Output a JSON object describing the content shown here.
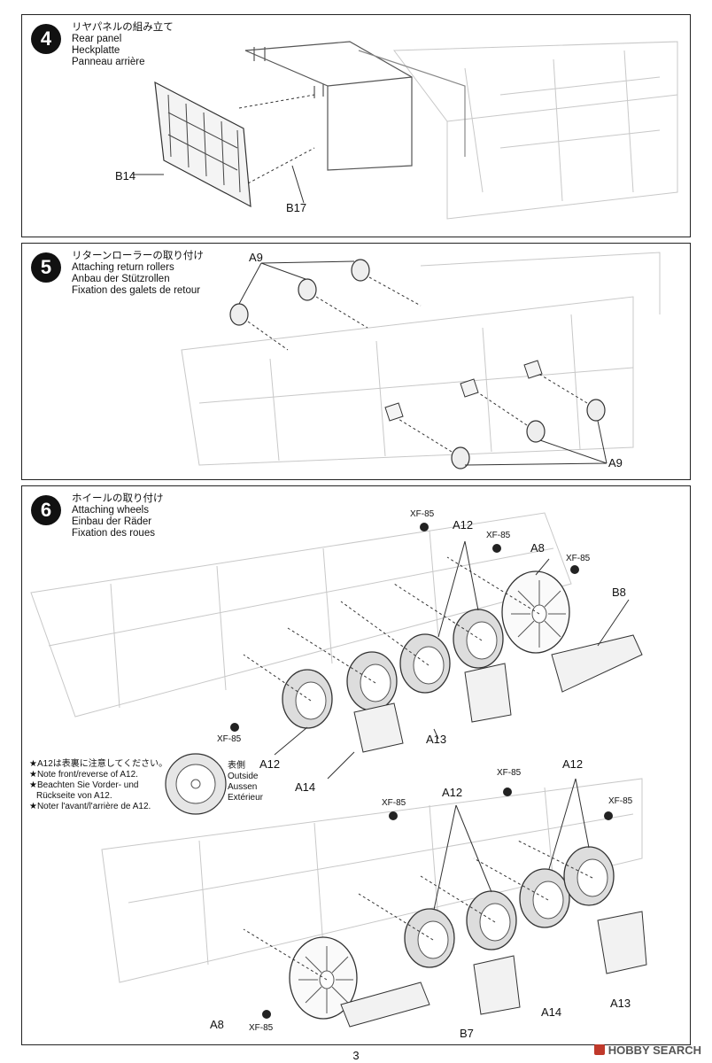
{
  "steps": [
    {
      "number": "4",
      "title_jp": "リヤパネルの組み立て",
      "title_en": "Rear panel",
      "title_de": "Heckplatte",
      "title_fr": "Panneau arrière",
      "labels": {
        "b14": "B14",
        "b17": "B17"
      }
    },
    {
      "number": "5",
      "title_jp": "リターンローラーの取り付け",
      "title_en": "Attaching return rollers",
      "title_de": "Anbau der Stützrollen",
      "title_fr": "Fixation des galets de retour",
      "labels": {
        "a9_top": "A9",
        "a9_bottom": "A9"
      }
    },
    {
      "number": "6",
      "title_jp": "ホイールの取り付け",
      "title_en": "Attaching wheels",
      "title_de": "Einbau der Räder",
      "title_fr": "Fixation des roues",
      "labels": {
        "a12_1": "A12",
        "a8_1": "A8",
        "b8": "B8",
        "a13_1": "A13",
        "a12_2": "A12",
        "a14_1": "A14",
        "a12_3": "A12",
        "a12_4": "A12",
        "a8_2": "A8",
        "b7": "B7",
        "a14_2": "A14",
        "a13_2": "A13"
      },
      "paint": {
        "xf1": "XF-85",
        "xf2": "XF-85",
        "xf3": "XF-85",
        "xf4": "XF-85",
        "xf5": "XF-85",
        "xf6": "XF-85",
        "xf7": "XF-85",
        "xf8": "XF-85"
      },
      "note": {
        "jp": "★A12は表裏に注意してください。",
        "en": "★Note front/reverse of A12.",
        "de1": "★Beachten Sie Vorder- und",
        "de2": "Rückseite von A12.",
        "fr": "★Noter l'avant/l'arrière de A12."
      },
      "outside": {
        "jp": "表側",
        "en": "Outside",
        "de": "Aussen",
        "fr": "Extérieur"
      }
    }
  ],
  "page_number": "3",
  "watermark": "HOBBY SEARCH"
}
